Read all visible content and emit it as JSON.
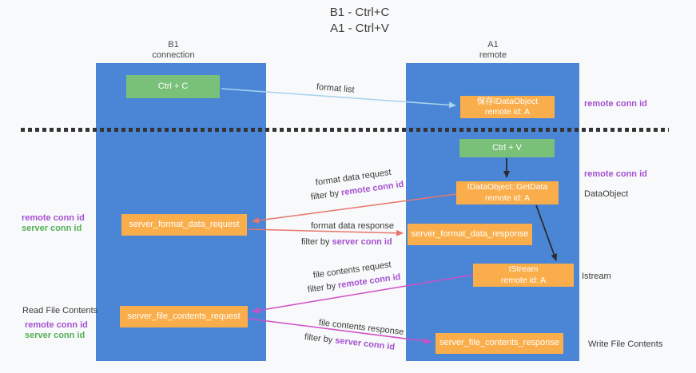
{
  "title": {
    "line1": "B1 - Ctrl+C",
    "line2": "A1 - Ctrl+V"
  },
  "lanes": {
    "left": {
      "name": "B1",
      "role": "connection"
    },
    "right": {
      "name": "A1",
      "role": "remote"
    }
  },
  "boxes": {
    "ctrl_c": "Ctrl + C",
    "ctrl_v": "Ctrl + V",
    "save_dataobject": {
      "line1": "保存IDataObject",
      "line2": "remote id: A"
    },
    "getdata": {
      "line1": "IDataObject::GetData",
      "line2": "remote id: A"
    },
    "istream": {
      "line1": "IStream",
      "line2": "remote id: A"
    },
    "format_request": "server_format_data_request",
    "format_response": "server_format_data_response",
    "file_request": "server_file_contents_request",
    "file_response": "server_file_contents_response"
  },
  "arrow_labels": {
    "format_list": "format list",
    "filter_by": "filter by ",
    "remote_conn_id": "remote conn id",
    "server_conn_id": "server conn id",
    "format_data_request": "format data request",
    "format_data_response": "format data response",
    "file_contents_request": "file contents request",
    "file_contents_response": "file contents response"
  },
  "side_labels": {
    "remote_conn_id": "remote conn id",
    "server_conn_id": "server conn id",
    "dataobject": "DataObject",
    "istream": "Istream",
    "read_file_contents": "Read File Contents",
    "write_file_contents": "Write File Contents"
  },
  "colors": {
    "lane_blue": "#4a85d6",
    "box_green": "#79c079",
    "box_orange": "#f9ae4b",
    "label_purple": "#a550d0",
    "label_green": "#55b055",
    "arrow_salmon": "#e8756e",
    "arrow_magenta": "#ce4fc7",
    "arrow_light_blue": "#a9d3ee",
    "arrow_black": "#2b2b2b"
  }
}
